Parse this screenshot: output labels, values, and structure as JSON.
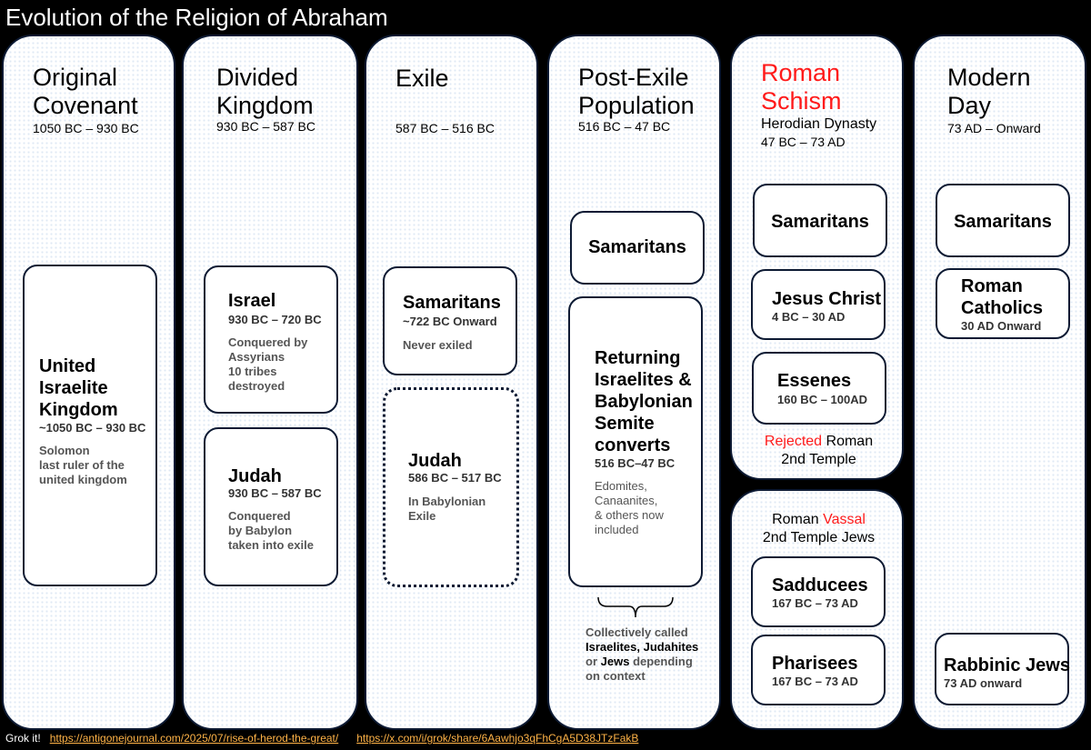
{
  "title": "Evolution of the Religion of Abraham",
  "columns": [
    {
      "heading": [
        "Original",
        "Covenant"
      ],
      "dates": "1050 BC – 930 BC",
      "boxes": [
        {
          "title": [
            "United",
            "Israelite",
            "Kingdom"
          ],
          "dates": "~1050 BC – 930 BC",
          "notes": [
            "Solomon",
            "last ruler of the",
            "united kingdom"
          ]
        }
      ]
    },
    {
      "heading": [
        "Divided",
        "Kingdom"
      ],
      "dates": "930 BC – 587 BC",
      "boxes": [
        {
          "title": "Israel",
          "dates": "930 BC – 720 BC",
          "notes": [
            "Conquered by",
            "Assyrians",
            "10 tribes",
            "destroyed"
          ]
        },
        {
          "title": "Judah",
          "dates": "930 BC – 587 BC",
          "notes": [
            "Conquered",
            "by Babylon",
            "taken into exile"
          ]
        }
      ]
    },
    {
      "heading": [
        "Exile"
      ],
      "dates": "587 BC – 516 BC",
      "boxes": [
        {
          "title": "Samaritans",
          "dates": "~722 BC Onward",
          "notes": [
            "Never exiled"
          ]
        },
        {
          "title": "Judah",
          "dates": "586 BC – 517 BC",
          "notes": [
            "In Babylonian",
            "Exile"
          ]
        }
      ]
    },
    {
      "heading": [
        "Post-Exile",
        "Population"
      ],
      "dates": "516 BC – 47 BC",
      "boxes": [
        {
          "title": "Samaritans"
        },
        {
          "title": [
            "Returning",
            "Israelites &",
            "Babylonian",
            "Semite",
            "converts"
          ],
          "dates": "516 BC–47 BC",
          "notes": [
            "Edomites,",
            "Canaanites,",
            "& others now",
            "included"
          ]
        }
      ],
      "collective": {
        "line1": "Collectively called",
        "bold": "Israelites, Judahites",
        "or": "or",
        "jews": "Jews",
        "depending": "depending",
        "line4": "on context"
      }
    },
    {
      "heading": [
        "Roman",
        "Schism"
      ],
      "subheading": "Herodian Dynasty",
      "dates": "47 BC – 73 AD",
      "boxes": [
        {
          "title": "Samaritans"
        },
        {
          "title": "Jesus Christ",
          "dates": "4 BC – 30 AD"
        },
        {
          "title": "Essenes",
          "dates": "160 BC – 100AD"
        }
      ],
      "rejected": {
        "red": "Rejected",
        "rest": "Roman",
        "line2": "2nd Temple"
      }
    },
    {
      "heading": [
        "Modern",
        "Day"
      ],
      "dates": "73 AD – Onward",
      "boxes": [
        {
          "title": "Samaritans"
        },
        {
          "title": [
            "Roman",
            "Catholics"
          ],
          "dates": "30 AD Onward"
        },
        {
          "title": "Rabbinic Jews",
          "dates": "73 AD onward"
        }
      ]
    }
  ],
  "vassal": {
    "line1_pre": "Roman",
    "line1_red": "Vassal",
    "line2": "2nd Temple Jews",
    "boxes": [
      {
        "title": "Sadducees",
        "dates": "167 BC – 73 AD"
      },
      {
        "title": "Pharisees",
        "dates": "167 BC – 73 AD"
      }
    ]
  },
  "footer": {
    "label": "Grok it!",
    "link1": "https://antigonejournal.com/2025/07/rise-of-herod-the-great/",
    "link2": "https://x.com/i/grok/share/6Aawhjo3qFhCgA5D38JTzFakB"
  }
}
